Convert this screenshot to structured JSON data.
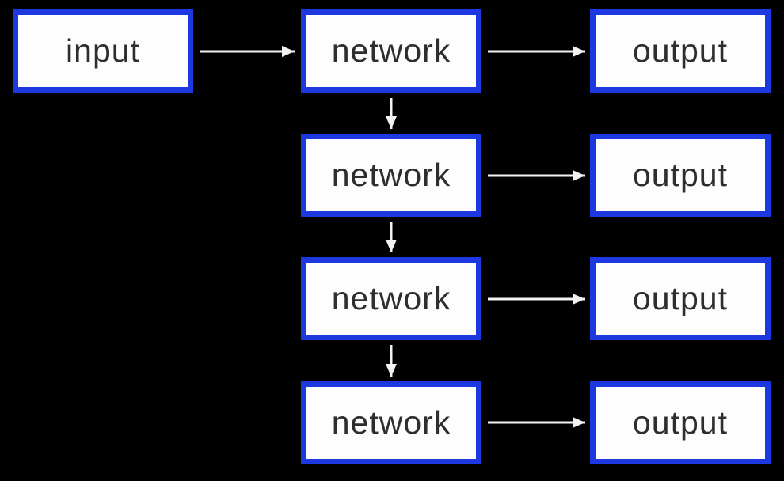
{
  "diagram": {
    "type": "flow-diagram",
    "colors": {
      "background": "#000000",
      "box-fill": "#fdfdfd",
      "box-border": "#1e38e0",
      "text": "#2e2e2e",
      "arrow": "#f2f2f2"
    },
    "nodes": [
      {
        "id": "input-1",
        "label": "input",
        "col": "input",
        "row": 0
      },
      {
        "id": "network-1",
        "label": "network",
        "col": "network",
        "row": 0
      },
      {
        "id": "output-1",
        "label": "output",
        "col": "output",
        "row": 0
      },
      {
        "id": "network-2",
        "label": "network",
        "col": "network",
        "row": 1
      },
      {
        "id": "output-2",
        "label": "output",
        "col": "output",
        "row": 1
      },
      {
        "id": "network-3",
        "label": "network",
        "col": "network",
        "row": 2
      },
      {
        "id": "output-3",
        "label": "output",
        "col": "output",
        "row": 2
      },
      {
        "id": "network-4",
        "label": "network",
        "col": "network",
        "row": 3
      },
      {
        "id": "output-4",
        "label": "output",
        "col": "output",
        "row": 3
      }
    ],
    "edges": [
      {
        "from": "input-1",
        "to": "network-1"
      },
      {
        "from": "network-1",
        "to": "output-1"
      },
      {
        "from": "network-1",
        "to": "network-2"
      },
      {
        "from": "network-2",
        "to": "output-2"
      },
      {
        "from": "network-2",
        "to": "network-3"
      },
      {
        "from": "network-3",
        "to": "output-3"
      },
      {
        "from": "network-3",
        "to": "network-4"
      },
      {
        "from": "network-4",
        "to": "output-4"
      }
    ]
  }
}
